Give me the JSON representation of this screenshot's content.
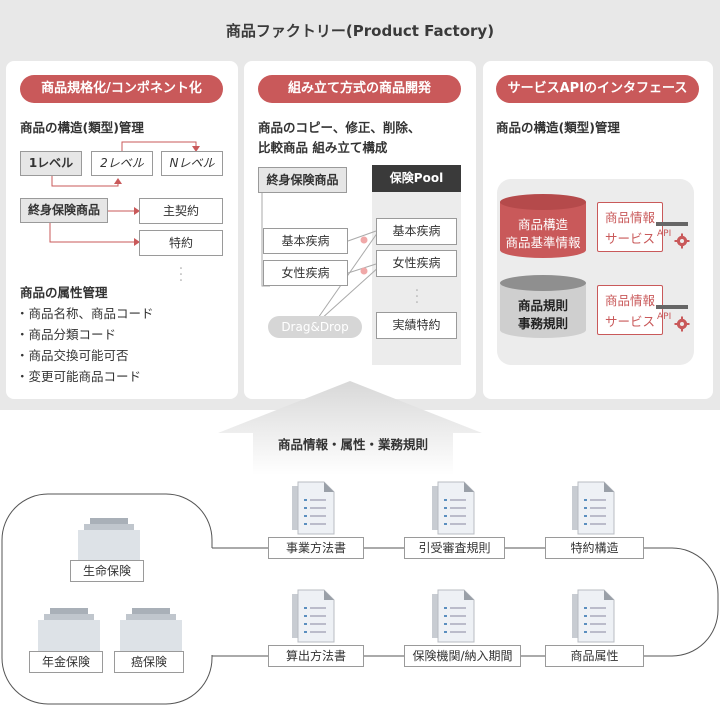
{
  "title": "商品ファクトリー(Product Factory)",
  "panel1": {
    "pill": "商品規格化/コンポネント化",
    "heading": "商品の構造(類型)管理",
    "level1": "1レベル",
    "level2": "2レベル",
    "levelN": "Nレベル",
    "product": "終身保険商品",
    "child1": "主契約",
    "child2": "特約",
    "attr_heading": "商品の属性管理",
    "attrs": [
      "・商品名称、商品コード",
      "・商品分類コード",
      "・商品交換可能可否",
      "・変更可能商品コード"
    ]
  },
  "panel2": {
    "pill": "組み立て方式の商品開発",
    "heading_line1": "商品のコピー、修正、削除、",
    "heading_line2": "比較商品 組み立て構成",
    "product": "終身保険商品",
    "left_items": [
      "基本疾病",
      "女性疾病"
    ],
    "pool_title": "保険Pool",
    "pool_items": [
      "基本疾病",
      "女性疾病",
      "実績特約"
    ],
    "drag": "Drag&Drop"
  },
  "panel3": {
    "pill": "サービスAPIのインタフェース",
    "heading": "商品の構造(類型)管理",
    "db1_line1": "商品構造",
    "db1_line2": "商品基準情報",
    "db2_line1": "商品規則",
    "db2_line2": "事務規則",
    "svc_line1": "商品情報",
    "svc_line2": "サービス",
    "api": "API"
  },
  "arrow_label": "商品情報・属性・業務規則",
  "products": [
    "生命保険",
    "年金保険",
    "癌保険"
  ],
  "documents": [
    "事業方法書",
    "引受審査規則",
    "特約構造",
    "算出方法書",
    "保険機関/納入期間",
    "商品属性"
  ],
  "colors": {
    "accent": "#c9595a",
    "band": "#e8e8e8",
    "dark": "#3a3a3a"
  }
}
